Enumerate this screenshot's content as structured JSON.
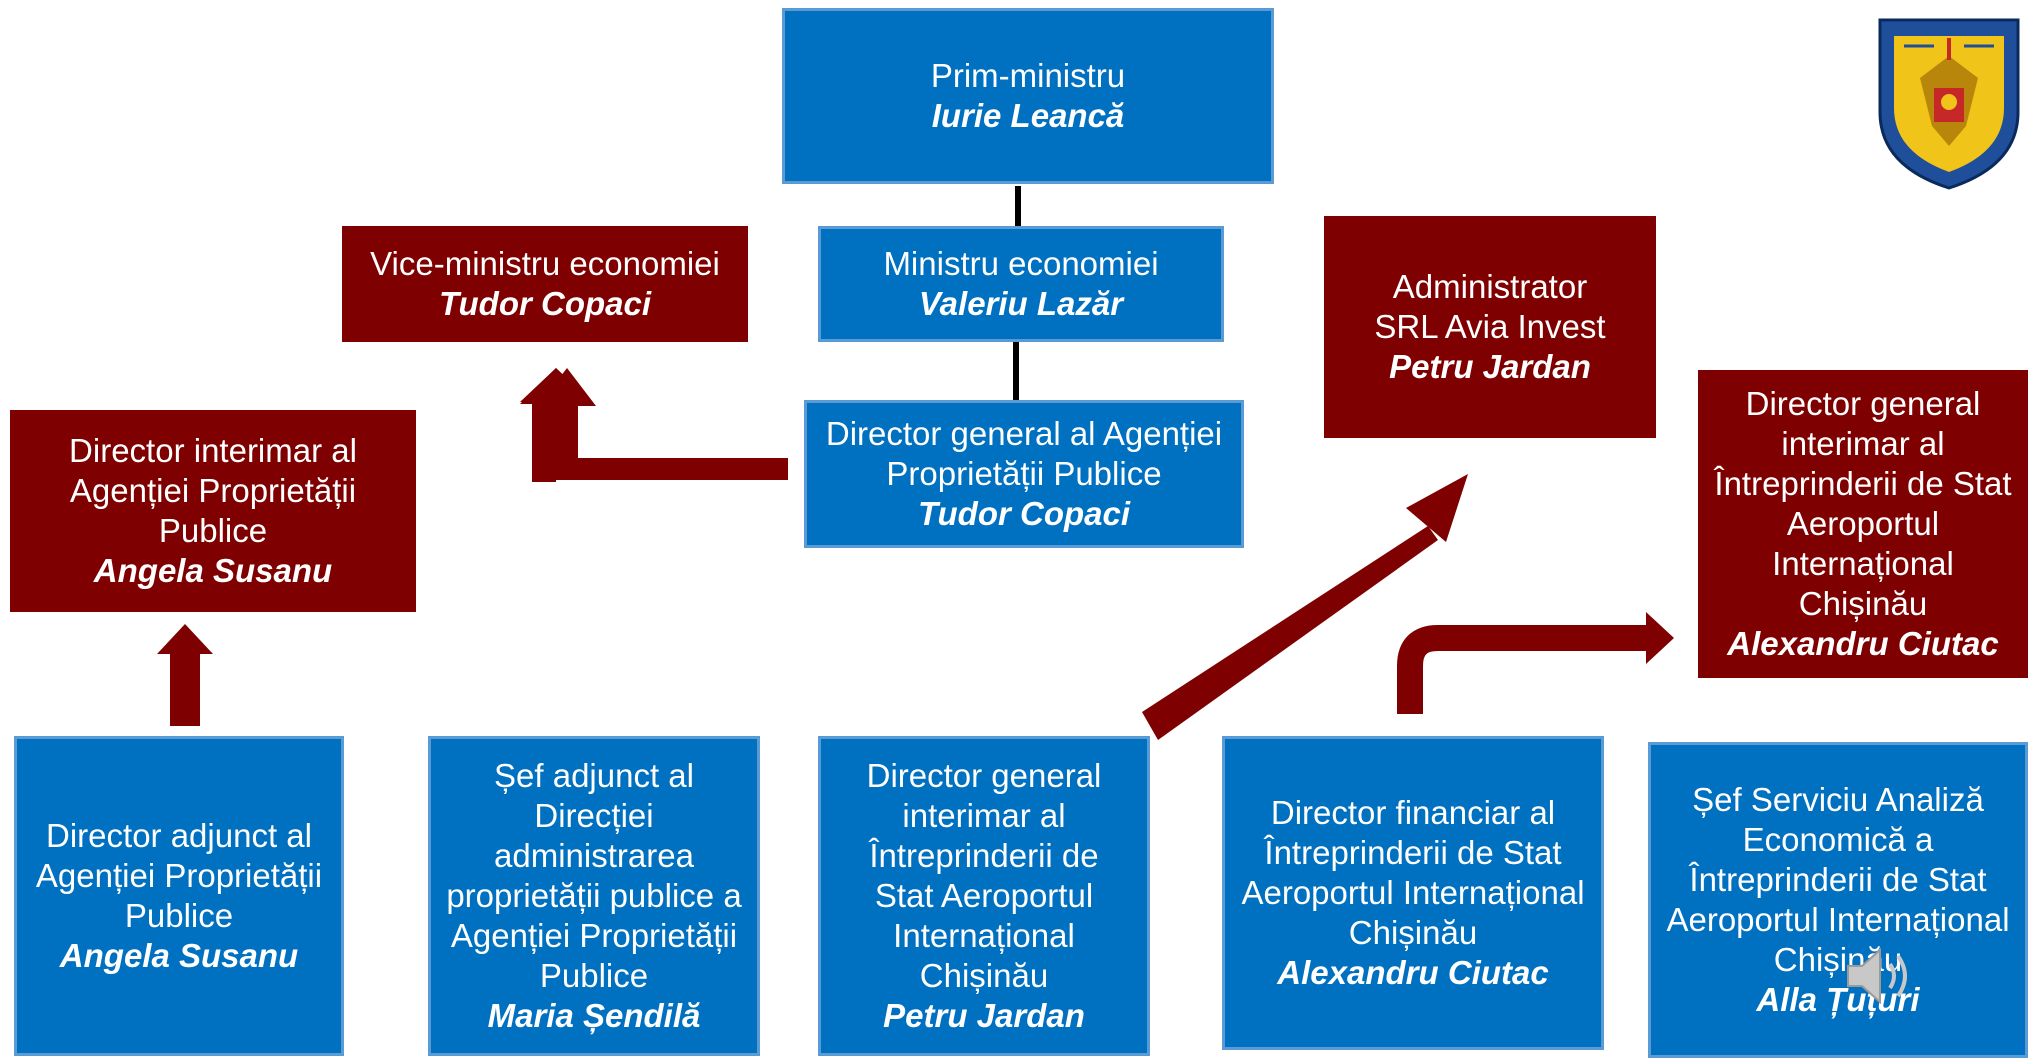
{
  "colors": {
    "blue_box": "#0070c0",
    "blue_border": "#5b9bd5",
    "red_box": "#7f0000",
    "arrow": "#7f0000",
    "text": "#ffffff"
  },
  "boxes": {
    "prime_minister": {
      "role": "Prim-ministru",
      "person": "Iurie Leancă"
    },
    "economy_minister": {
      "role": "Ministru economiei",
      "person": "Valeriu Lazăr"
    },
    "app_director_general": {
      "role": "Director general al Agenției Proprietății Publice",
      "person": "Tudor Copaci"
    },
    "vice_minister": {
      "role": "Vice-ministru economiei",
      "person": "Tudor Copaci"
    },
    "app_interim_director": {
      "role": "Director interimar al Agenției Proprietății Publice",
      "person": "Angela Susanu"
    },
    "avia_invest_admin": {
      "role": "Administrator SRL Avia Invest",
      "person": "Petru Jardan"
    },
    "airport_interim_dg_red": {
      "role": "Director general interimar al Întreprinderii de Stat Aeroportul Internațional Chișinău",
      "person": "Alexandru Ciutac"
    },
    "app_deputy_director": {
      "role": "Director adjunct al Agenției Proprietății Publice",
      "person": "Angela Susanu"
    },
    "deputy_head_directorate": {
      "role": "Șef adjunct al Direcției administrarea proprietății publice a Agenției Proprietății Publice",
      "person": "Maria Șendilă"
    },
    "airport_interim_dg_blue": {
      "role": "Director general interimar al Întreprinderii de Stat Aeroportul Internațional Chișinău",
      "person": "Petru Jardan"
    },
    "airport_financial_director": {
      "role": "Director financiar al Întreprinderii de Stat Aeroportul Internațional Chișinău",
      "person": "Alexandru Ciutac"
    },
    "airport_economic_analysis_head": {
      "role": "Șef Serviciu Analiză Economică a Întreprinderii de Stat Aeroportul Internațional Chișinău",
      "person": "Alla Țuțuri"
    }
  },
  "icons": {
    "emblem": "coat-of-arms-icon",
    "audio": "speaker-icon"
  }
}
